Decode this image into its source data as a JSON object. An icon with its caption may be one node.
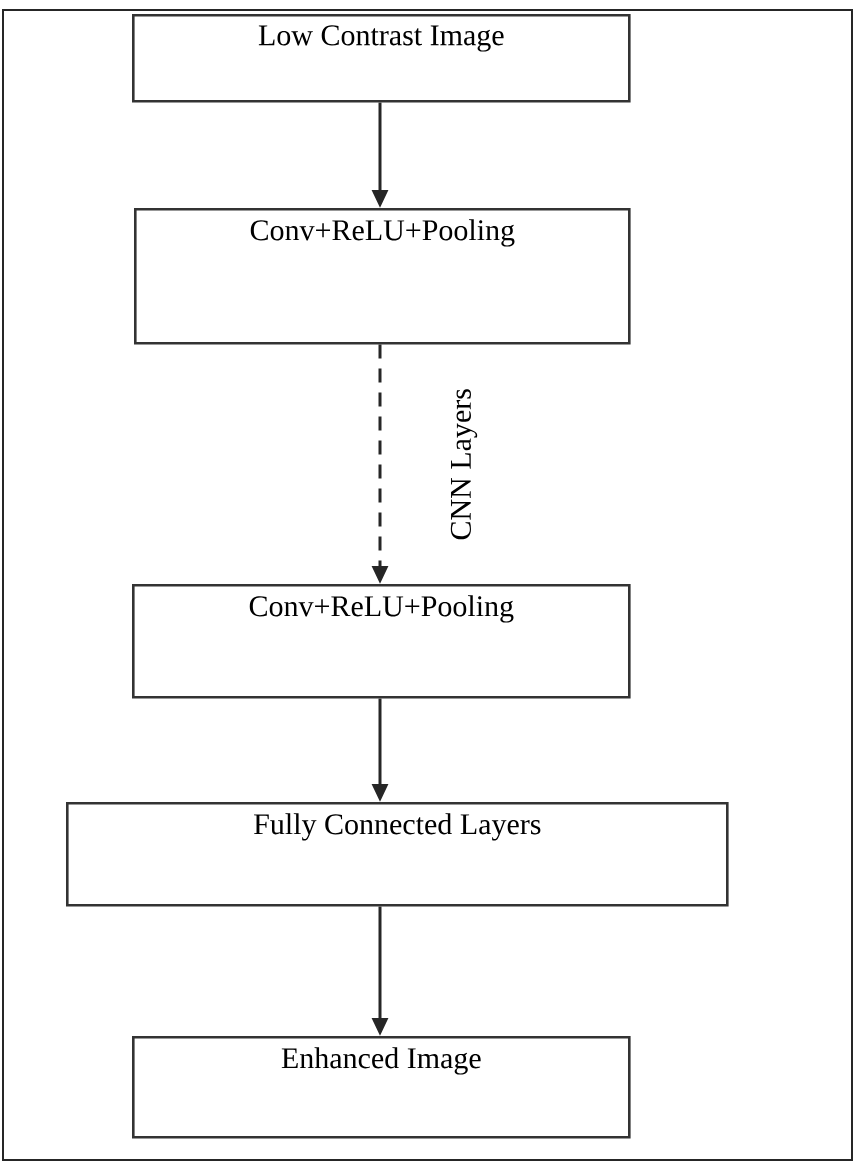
{
  "diagram": {
    "nodes": [
      {
        "text": [
          "Low Contrast Image"
        ]
      },
      {
        "text": [
          "Conv+ReLU+Pooling"
        ]
      },
      {
        "text": [
          "Conv+ReLU+Pooling"
        ]
      },
      {
        "text": [
          "Fully Connected Layers"
        ]
      },
      {
        "text": [
          "Enhanced Image"
        ]
      }
    ],
    "edges": [
      {
        "from": 0,
        "to": 1,
        "arrow": "to"
      },
      {
        "from": 1,
        "to": 2,
        "arrow": "to",
        "style": "dashed",
        "label": "CNN Layers"
      },
      {
        "from": 2,
        "to": 3,
        "arrow": "to"
      },
      {
        "from": 3,
        "to": 4,
        "arrow": "to"
      }
    ]
  }
}
